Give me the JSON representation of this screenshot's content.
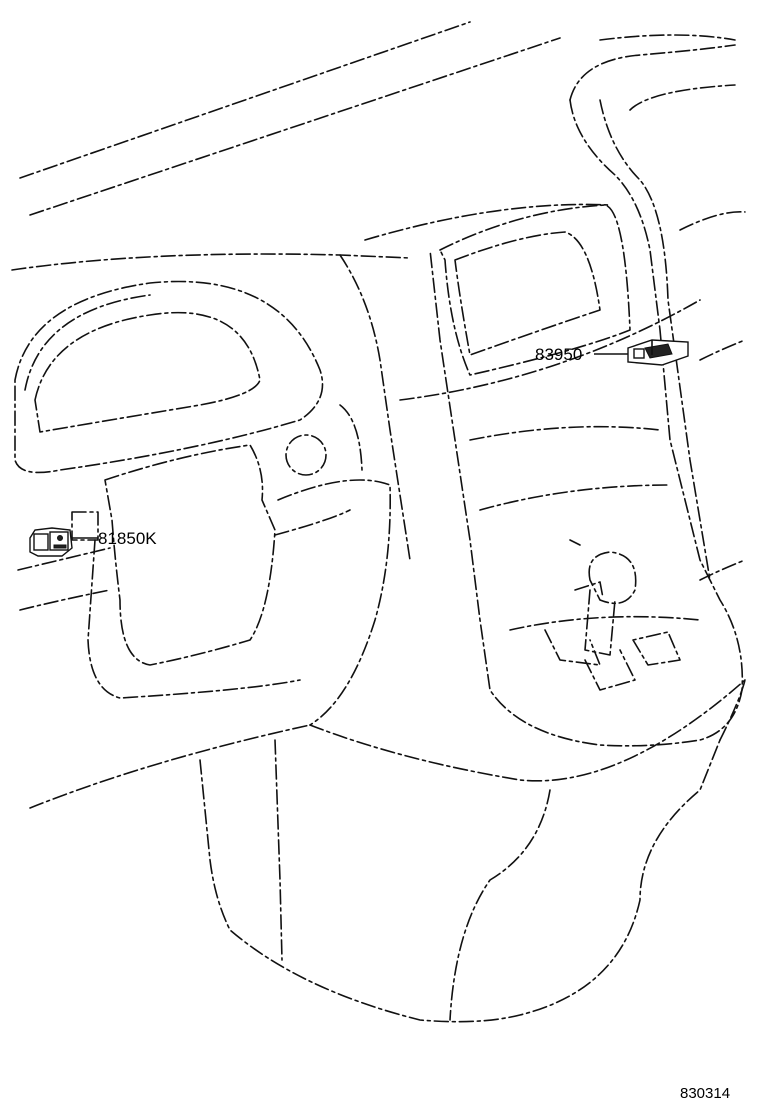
{
  "callouts": [
    {
      "id": "part-83950",
      "label": "83950"
    },
    {
      "id": "part-81850K",
      "label": "81850K"
    }
  ],
  "drawing_number": "830314"
}
